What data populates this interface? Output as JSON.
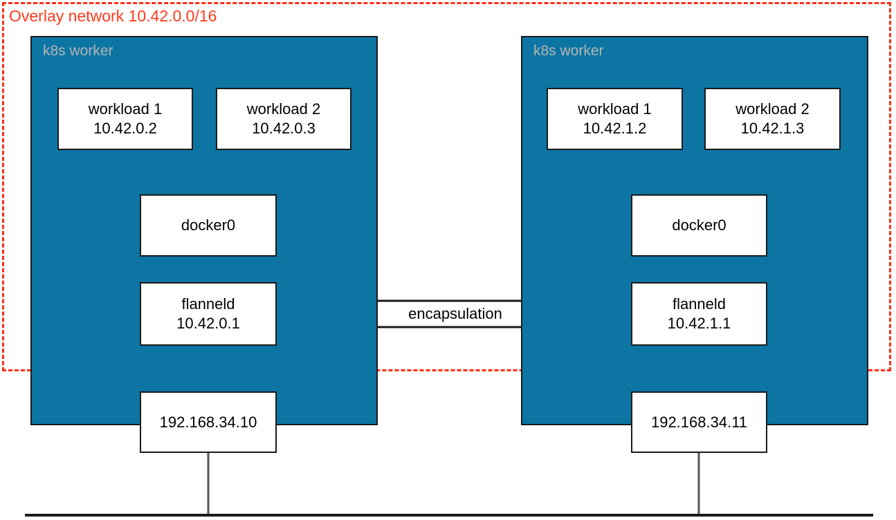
{
  "diagram": {
    "title": "Overlay network 10.42.0.0/16",
    "colors": {
      "overlay_border": "#ff2d16",
      "overlay_title_text": "#ff3b1d",
      "worker_fill": "#0c75a4",
      "worker_label_text": "#b5b5b5",
      "node_fill": "#ffffff",
      "node_stroke": "#1a1a1a",
      "wire_stroke": "#3d3d3d",
      "background": "#ffffff"
    },
    "overlay": {
      "label": "Overlay network 10.42.0.0/16",
      "cidr": "10.42.0.0/16"
    },
    "link": {
      "label": "encapsulation",
      "direction": "bidirectional"
    },
    "workers": [
      {
        "label": "k8s worker",
        "workloads": [
          {
            "name": "workload 1",
            "ip": "10.42.0.2"
          },
          {
            "name": "workload 2",
            "ip": "10.42.0.3"
          }
        ],
        "bridge": {
          "name": "docker0"
        },
        "flannel": {
          "name": "flanneld",
          "ip": "10.42.0.1"
        },
        "host_nic": {
          "ip": "192.168.34.10"
        }
      },
      {
        "label": "k8s worker",
        "workloads": [
          {
            "name": "workload 1",
            "ip": "10.42.1.2"
          },
          {
            "name": "workload 2",
            "ip": "10.42.1.3"
          }
        ],
        "bridge": {
          "name": "docker0"
        },
        "flannel": {
          "name": "flanneld",
          "ip": "10.42.1.1"
        },
        "host_nic": {
          "ip": "192.168.34.11"
        }
      }
    ]
  }
}
